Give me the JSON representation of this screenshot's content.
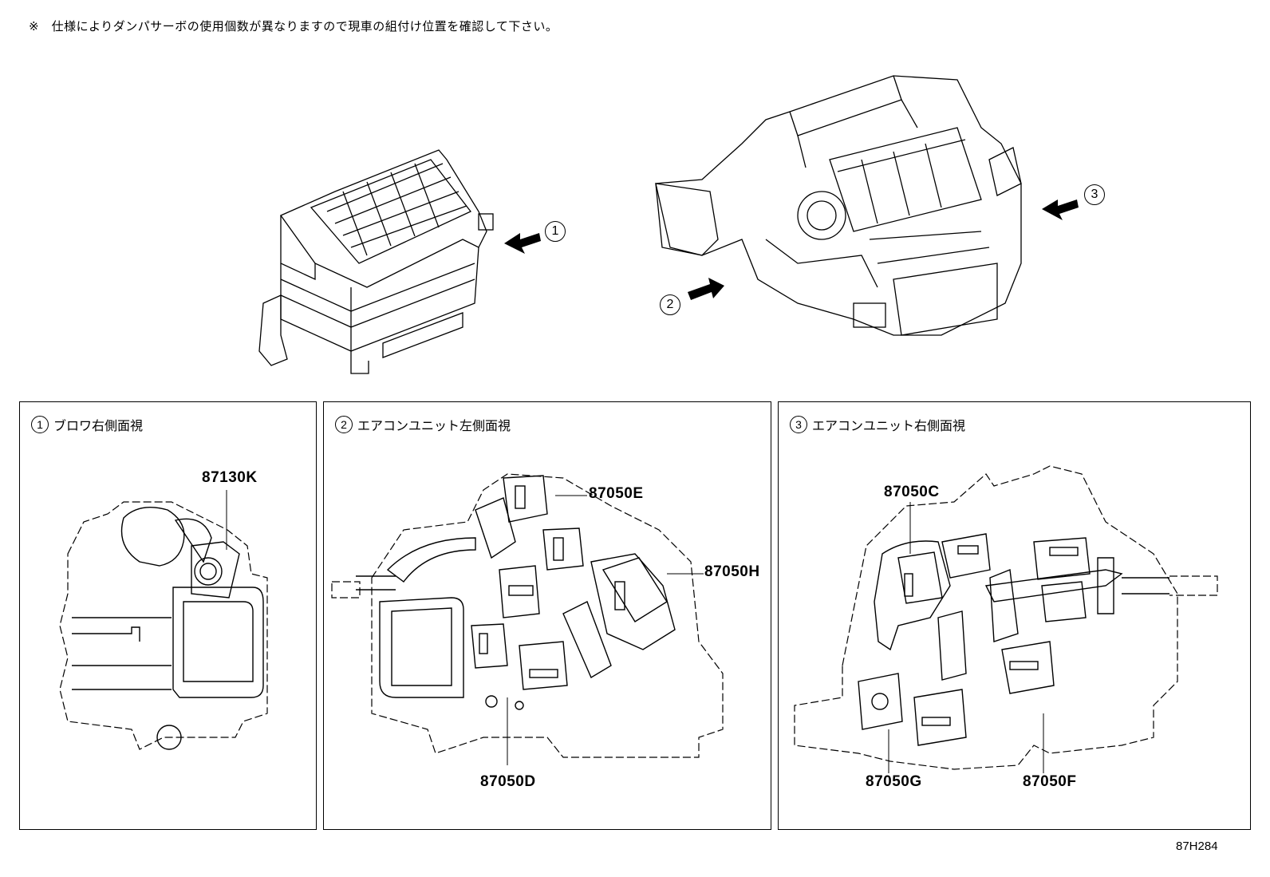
{
  "note": "※　仕様によりダンパサーボの使用個数が異なりますので現車の組付け位置を確認して下さい。",
  "drawing_id": "87H284",
  "view_markers": [
    {
      "num": "1"
    },
    {
      "num": "2"
    },
    {
      "num": "3"
    }
  ],
  "panels": [
    {
      "num": "1",
      "title": "ブロワ右側面視",
      "parts": [
        "87130K"
      ]
    },
    {
      "num": "2",
      "title": "エアコンユニット左側面視",
      "parts": [
        "87050E",
        "87050H",
        "87050D"
      ]
    },
    {
      "num": "3",
      "title": "エアコンユニット右側面視",
      "parts": [
        "87050C",
        "87050G",
        "87050F"
      ]
    }
  ]
}
